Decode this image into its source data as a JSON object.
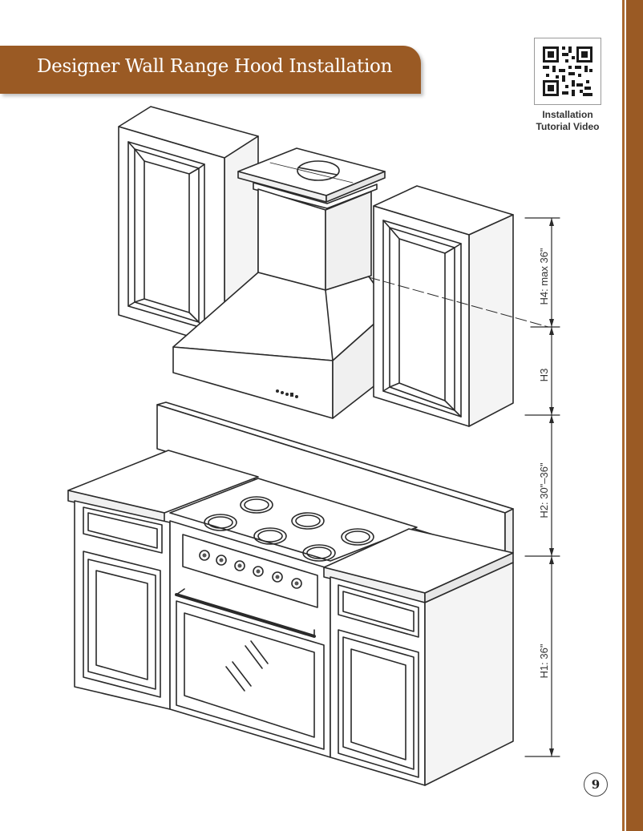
{
  "header": {
    "title": "Designer Wall Range Hood Installation",
    "qr_caption_line1": "Installation",
    "qr_caption_line2": "Tutorial Video"
  },
  "dimensions": {
    "h4": "H4: max 36\"",
    "h3": "H3",
    "h2": "H2: 30\"–36\"",
    "h1": "H1: 36\""
  },
  "footer": {
    "page_number": "9"
  },
  "colors": {
    "accent": "#9a5a24",
    "line": "#2a2a2a"
  },
  "icons": {
    "qr": "qr-code-icon"
  }
}
